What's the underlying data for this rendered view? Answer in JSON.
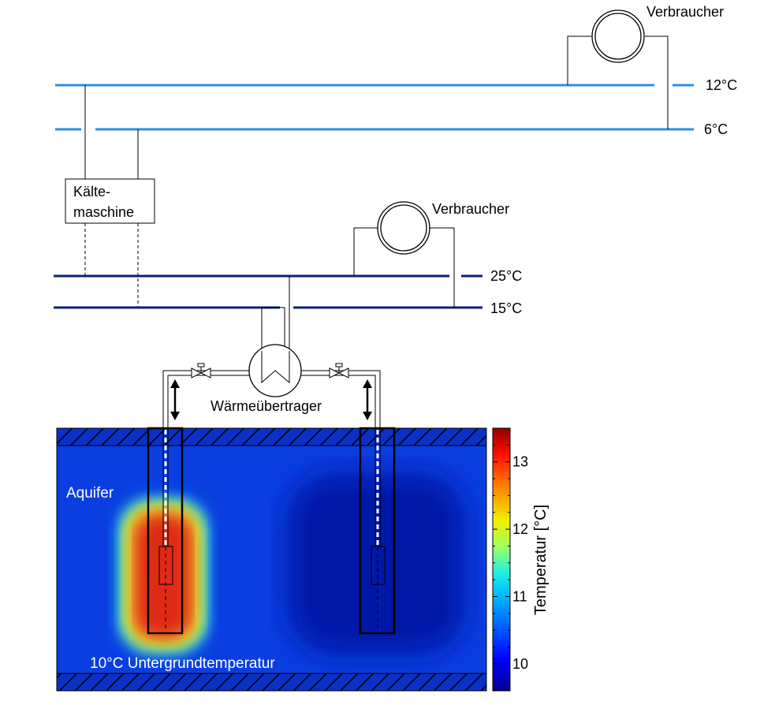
{
  "labels": {
    "consumer_top": "Verbraucher",
    "consumer_mid": "Verbraucher",
    "temp_12": "12°C",
    "temp_6": "6°C",
    "temp_25": "25°C",
    "temp_15": "15°C",
    "chiller_line1": "Kälte-",
    "chiller_line2": "maschine",
    "heat_exchanger": "Wärmeübertrager",
    "aquifer": "Aquifer",
    "ground_temp": "10°C Untergrundtemperatur"
  },
  "colorbar": {
    "title": "Temperatur [°C]",
    "ticks": [
      "13",
      "12",
      "11",
      "10"
    ],
    "tick_values": [
      13,
      12,
      11,
      10
    ],
    "range": [
      9.6,
      13.5
    ]
  },
  "colors": {
    "cold_network": "#2e8fde",
    "warm_network": "#0a1f7a",
    "aquifer_background": "#0a3ee0",
    "plume_warm": "#e0301c",
    "plume_cold": "#0718a8"
  }
}
